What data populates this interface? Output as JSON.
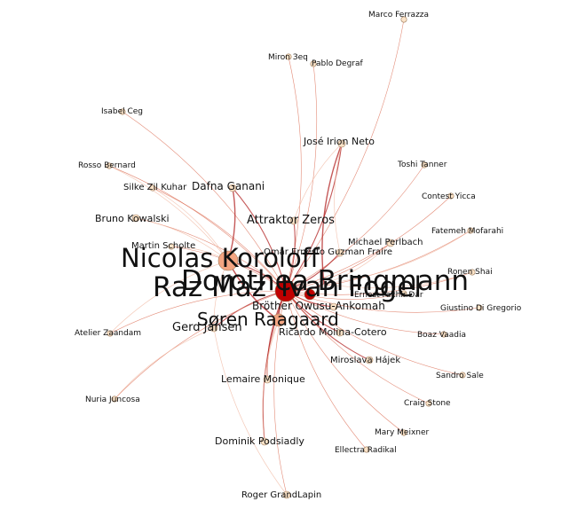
{
  "colors": {
    "edge_strong": "#b22222",
    "edge_mid": "#d9644a",
    "edge_light": "#f0b7a0",
    "node_hub": "#c00000",
    "node_large": "#f4a582",
    "node_small": "#fbe3c8",
    "node_stroke": "#9b7a5a"
  },
  "nodes": [
    {
      "id": "marco",
      "label": "Marco Ferrazza",
      "size": "s"
    },
    {
      "id": "miron",
      "label": "Miron Зeq",
      "size": "s"
    },
    {
      "id": "pablo",
      "label": "Pablo Degraf",
      "size": "s"
    },
    {
      "id": "isabel",
      "label": "Isabel Ceg",
      "size": "s"
    },
    {
      "id": "jose",
      "label": "José Irion Neto",
      "size": "m"
    },
    {
      "id": "toshi",
      "label": "Toshi Tanner",
      "size": "s"
    },
    {
      "id": "rosso",
      "label": "Rosso Bernard",
      "size": "s"
    },
    {
      "id": "silke",
      "label": "Silke Zil Kuhar",
      "size": "s"
    },
    {
      "id": "dafna",
      "label": "Dafna Ganani",
      "size": "m"
    },
    {
      "id": "contest",
      "label": "Contest Yicca",
      "size": "s"
    },
    {
      "id": "attraktor",
      "label": "Attraktor Zeros",
      "size": "m"
    },
    {
      "id": "bruno",
      "label": "Bruno Kowalski",
      "size": "m"
    },
    {
      "id": "fatemeh",
      "label": "Fatemeh Mofarahi",
      "size": "s"
    },
    {
      "id": "michael",
      "label": "Michael Perlbach",
      "size": "m"
    },
    {
      "id": "martin",
      "label": "Martin Scholte",
      "size": "s"
    },
    {
      "id": "omar",
      "label": "Omar Ernesto Guzman Fraire",
      "size": "m"
    },
    {
      "id": "nicolas",
      "label": "Nicolas Koroloff",
      "size": "xl"
    },
    {
      "id": "ronen",
      "label": "Ronen Shai",
      "size": "s"
    },
    {
      "id": "dorothea",
      "label": "Dorothea Bringmann",
      "size": "xl"
    },
    {
      "id": "razmaz",
      "label": "Raz Maz",
      "size": "xl"
    },
    {
      "id": "ivan",
      "label": "Ivan Fogel",
      "size": "xl"
    },
    {
      "id": "ernest",
      "label": "Ernest Fakhir Dar",
      "size": "s"
    },
    {
      "id": "giustino",
      "label": "Giustino Di Gregorio",
      "size": "s"
    },
    {
      "id": "brother",
      "label": "Bröther Owusu-Ankomah",
      "size": "m"
    },
    {
      "id": "soren",
      "label": "Søren Raagaard",
      "size": "l"
    },
    {
      "id": "atelier",
      "label": "Atelier Zaandam",
      "size": "s"
    },
    {
      "id": "gerd",
      "label": "Gerd Jansen",
      "size": "m"
    },
    {
      "id": "ricardo",
      "label": "Ricardo Molina-Cotero",
      "size": "m"
    },
    {
      "id": "boaz",
      "label": "Boaz Vaadia",
      "size": "s"
    },
    {
      "id": "miroslava",
      "label": "Miroslava Hájek",
      "size": "m"
    },
    {
      "id": "sandro",
      "label": "Sandro Sale",
      "size": "s"
    },
    {
      "id": "lemaire",
      "label": "Lemaire Monique",
      "size": "m"
    },
    {
      "id": "nuria",
      "label": "Nuria Juncosa",
      "size": "s"
    },
    {
      "id": "craig",
      "label": "Craig Stone",
      "size": "s"
    },
    {
      "id": "mary",
      "label": "Mary Meixner",
      "size": "s"
    },
    {
      "id": "dominik",
      "label": "Dominik Podsiadly",
      "size": "m"
    },
    {
      "id": "ellectra",
      "label": "Ellectra Radikal",
      "size": "s"
    },
    {
      "id": "roger",
      "label": "Roger GrandLapin",
      "size": "m"
    }
  ],
  "edges": [
    [
      "ivan",
      "marco"
    ],
    [
      "ivan",
      "miron"
    ],
    [
      "ivan",
      "pablo"
    ],
    [
      "ivan",
      "isabel"
    ],
    [
      "ivan",
      "jose"
    ],
    [
      "ivan",
      "toshi"
    ],
    [
      "ivan",
      "rosso"
    ],
    [
      "ivan",
      "silke"
    ],
    [
      "ivan",
      "dafna"
    ],
    [
      "ivan",
      "contest"
    ],
    [
      "ivan",
      "attraktor"
    ],
    [
      "ivan",
      "bruno"
    ],
    [
      "ivan",
      "fatemeh"
    ],
    [
      "ivan",
      "michael"
    ],
    [
      "ivan",
      "martin"
    ],
    [
      "ivan",
      "omar"
    ],
    [
      "ivan",
      "nicolas"
    ],
    [
      "ivan",
      "ronen"
    ],
    [
      "ivan",
      "dorothea"
    ],
    [
      "ivan",
      "razmaz"
    ],
    [
      "ivan",
      "ernest"
    ],
    [
      "ivan",
      "giustino"
    ],
    [
      "ivan",
      "brother"
    ],
    [
      "ivan",
      "soren"
    ],
    [
      "ivan",
      "atelier"
    ],
    [
      "ivan",
      "gerd"
    ],
    [
      "ivan",
      "ricardo"
    ],
    [
      "ivan",
      "boaz"
    ],
    [
      "ivan",
      "miroslava"
    ],
    [
      "ivan",
      "sandro"
    ],
    [
      "ivan",
      "lemaire"
    ],
    [
      "ivan",
      "nuria"
    ],
    [
      "ivan",
      "craig"
    ],
    [
      "ivan",
      "mary"
    ],
    [
      "ivan",
      "dominik"
    ],
    [
      "ivan",
      "ellectra"
    ],
    [
      "ivan",
      "roger"
    ],
    [
      "nicolas",
      "dafna"
    ],
    [
      "nicolas",
      "silke"
    ],
    [
      "nicolas",
      "bruno"
    ],
    [
      "nicolas",
      "martin"
    ],
    [
      "nicolas",
      "soren"
    ],
    [
      "nicolas",
      "gerd"
    ],
    [
      "nicolas",
      "rosso"
    ],
    [
      "nicolas",
      "atelier"
    ],
    [
      "jose",
      "dorothea"
    ],
    [
      "jose",
      "attraktor"
    ],
    [
      "jose",
      "omar"
    ],
    [
      "dorothea",
      "ronen"
    ],
    [
      "dorothea",
      "michael"
    ],
    [
      "dorothea",
      "fatemeh"
    ],
    [
      "soren",
      "lemaire"
    ],
    [
      "soren",
      "dominik"
    ],
    [
      "gerd",
      "nuria"
    ],
    [
      "gerd",
      "roger"
    ]
  ]
}
